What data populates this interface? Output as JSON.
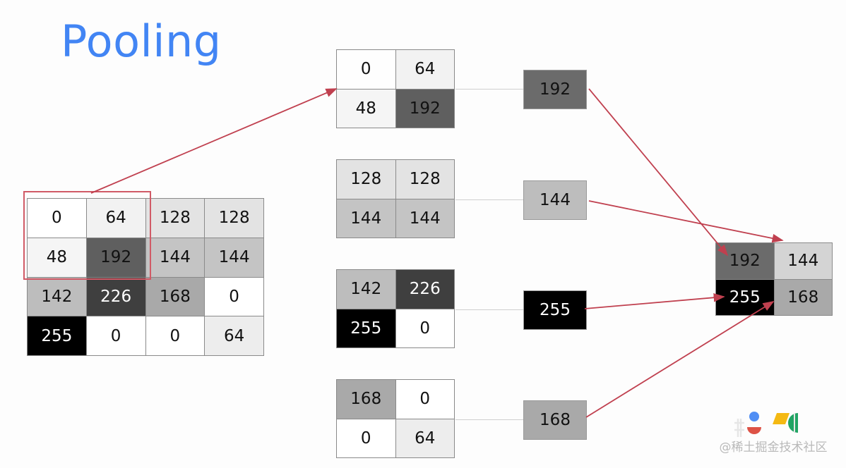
{
  "slide": {
    "title": "Pooling",
    "title_color": "#4285f4",
    "background": "#fdfdfd"
  },
  "selection": {
    "name": "pooling-window",
    "color": "#d05a66"
  },
  "arrow_color": "#c0404f",
  "connector_color": "#cfcfcf",
  "input_matrix": {
    "label": "input-feature-map",
    "rows": 4,
    "cols": 4,
    "cells": [
      {
        "value": "0",
        "bg": "#ffffff",
        "fg": "#111111"
      },
      {
        "value": "64",
        "bg": "#f2f2f2",
        "fg": "#111111"
      },
      {
        "value": "128",
        "bg": "#e3e3e3",
        "fg": "#111111"
      },
      {
        "value": "128",
        "bg": "#e3e3e3",
        "fg": "#111111"
      },
      {
        "value": "48",
        "bg": "#f5f5f5",
        "fg": "#111111"
      },
      {
        "value": "192",
        "bg": "#5f5f5f",
        "fg": "#111111"
      },
      {
        "value": "144",
        "bg": "#c4c4c4",
        "fg": "#111111"
      },
      {
        "value": "144",
        "bg": "#c4c4c4",
        "fg": "#111111"
      },
      {
        "value": "142",
        "bg": "#bdbdbd",
        "fg": "#111111"
      },
      {
        "value": "226",
        "bg": "#3f3f3f",
        "fg": "#ffffff"
      },
      {
        "value": "168",
        "bg": "#a9a9a9",
        "fg": "#111111"
      },
      {
        "value": "0",
        "bg": "#ffffff",
        "fg": "#111111"
      },
      {
        "value": "255",
        "bg": "#000000",
        "fg": "#ffffff"
      },
      {
        "value": "0",
        "bg": "#ffffff",
        "fg": "#111111"
      },
      {
        "value": "0",
        "bg": "#ffffff",
        "fg": "#111111"
      },
      {
        "value": "64",
        "bg": "#ededed",
        "fg": "#111111"
      }
    ]
  },
  "patches": [
    {
      "label": "patch-top-left",
      "cells": [
        {
          "value": "0",
          "bg": "#fefefe",
          "fg": "#111111"
        },
        {
          "value": "64",
          "bg": "#f2f2f2",
          "fg": "#111111"
        },
        {
          "value": "48",
          "bg": "#f5f5f5",
          "fg": "#111111"
        },
        {
          "value": "192",
          "bg": "#5f5f5f",
          "fg": "#111111"
        }
      ]
    },
    {
      "label": "patch-top-right",
      "cells": [
        {
          "value": "128",
          "bg": "#e3e3e3",
          "fg": "#111111"
        },
        {
          "value": "128",
          "bg": "#e3e3e3",
          "fg": "#111111"
        },
        {
          "value": "144",
          "bg": "#c4c4c4",
          "fg": "#111111"
        },
        {
          "value": "144",
          "bg": "#c4c4c4",
          "fg": "#111111"
        }
      ]
    },
    {
      "label": "patch-bottom-left",
      "cells": [
        {
          "value": "142",
          "bg": "#bdbdbd",
          "fg": "#111111"
        },
        {
          "value": "226",
          "bg": "#3f3f3f",
          "fg": "#ffffff"
        },
        {
          "value": "255",
          "bg": "#000000",
          "fg": "#ffffff"
        },
        {
          "value": "0",
          "bg": "#ffffff",
          "fg": "#111111"
        }
      ]
    },
    {
      "label": "patch-bottom-right",
      "cells": [
        {
          "value": "168",
          "bg": "#a9a9a9",
          "fg": "#111111"
        },
        {
          "value": "0",
          "bg": "#ffffff",
          "fg": "#111111"
        },
        {
          "value": "0",
          "bg": "#ffffff",
          "fg": "#111111"
        },
        {
          "value": "64",
          "bg": "#ededed",
          "fg": "#111111"
        }
      ]
    }
  ],
  "results": [
    {
      "label": "max-of-patch-top-left",
      "value": "192",
      "bg": "#6b6b6b",
      "fg": "#111111"
    },
    {
      "label": "max-of-patch-top-right",
      "value": "144",
      "bg": "#bdbdbd",
      "fg": "#111111"
    },
    {
      "label": "max-of-patch-bottom-left",
      "value": "255",
      "bg": "#000000",
      "fg": "#ffffff"
    },
    {
      "label": "max-of-patch-bottom-right",
      "value": "168",
      "bg": "#a9a9a9",
      "fg": "#111111"
    }
  ],
  "output_matrix": {
    "label": "pooled-output",
    "rows": 2,
    "cols": 2,
    "cells": [
      {
        "value": "192",
        "bg": "#6b6b6b",
        "fg": "#111111"
      },
      {
        "value": "144",
        "bg": "#d4d4d4",
        "fg": "#111111"
      },
      {
        "value": "255",
        "bg": "#000000",
        "fg": "#ffffff"
      },
      {
        "value": "168",
        "bg": "#a9a9a9",
        "fg": "#111111"
      }
    ]
  },
  "watermark": {
    "text": "@稀土掘金技术社区",
    "colors": [
      "#4285f4",
      "#db4437",
      "#f4b400",
      "#0f9d58"
    ]
  },
  "chart_data": {
    "type": "diagram",
    "title": "Pooling",
    "description": "2x2 max pooling over a 4x4 feature map producing a 2x2 output",
    "input": [
      [
        0,
        64,
        128,
        128
      ],
      [
        48,
        192,
        144,
        144
      ],
      [
        142,
        226,
        168,
        0
      ],
      [
        255,
        0,
        0,
        64
      ]
    ],
    "patches": [
      [
        [
          0,
          64
        ],
        [
          48,
          192
        ]
      ],
      [
        [
          128,
          128
        ],
        [
          144,
          144
        ]
      ],
      [
        [
          142,
          226
        ],
        [
          255,
          0
        ]
      ],
      [
        [
          168,
          0
        ],
        [
          0,
          64
        ]
      ]
    ],
    "pooled": [
      192,
      144,
      255,
      168
    ],
    "output": [
      [
        192,
        144
      ],
      [
        255,
        168
      ]
    ]
  }
}
